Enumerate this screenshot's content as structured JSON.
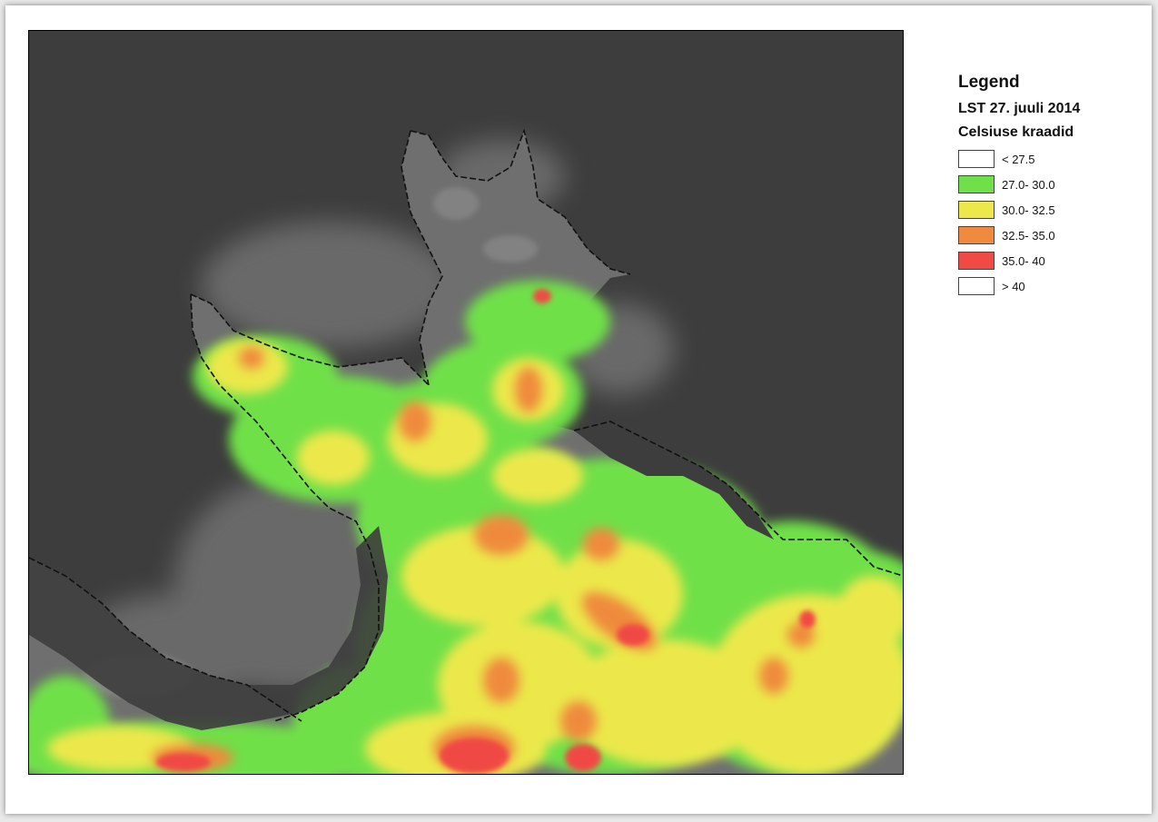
{
  "legend": {
    "title": "Legend",
    "layer": "LST 27. juuli 2014",
    "field": "Celsiuse kraadid",
    "classes": [
      {
        "label": "< 27.5",
        "color": "#ffffff"
      },
      {
        "label": "27.0- 30.0",
        "color": "#6fe04a"
      },
      {
        "label": "30.0- 32.5",
        "color": "#ece84c"
      },
      {
        "label": "32.5- 35.0",
        "color": "#ef8a3e"
      },
      {
        "label": "35.0- 40",
        "color": "#f04a44"
      },
      {
        "label": "> 40",
        "color": "#ffffff"
      }
    ]
  },
  "map": {
    "sea_color": "#3d3d3d",
    "land_color": "#6f6f6f",
    "shallow_color": "#8e8e8e",
    "coastline_color": "#111111"
  }
}
